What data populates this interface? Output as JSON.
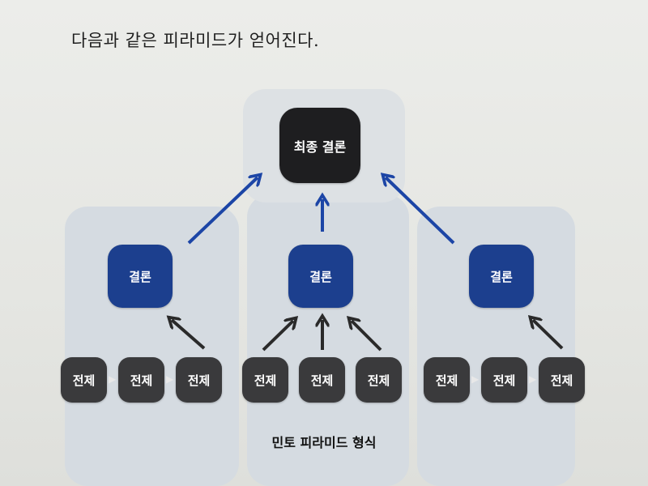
{
  "intro_text": "다음과 같은 피라미드가 얻어진다.",
  "final_conclusion": "최종 결론",
  "conclusions": [
    "결론",
    "결론",
    "결론"
  ],
  "premises": [
    [
      "전제",
      "전제",
      "전제"
    ],
    [
      "전제",
      "전제",
      "전제"
    ],
    [
      "전제",
      "전제",
      "전제"
    ]
  ],
  "caption": "민토 피라미드 형식",
  "colors": {
    "final_box": "#1e1e20",
    "conclusion_box": "#1c3f8e",
    "premise_box": "#3a3a3c",
    "blue_arrow": "#1c45a6",
    "dark_arrow": "#2a2a2a",
    "zone_tint": "#d5dbe1"
  }
}
